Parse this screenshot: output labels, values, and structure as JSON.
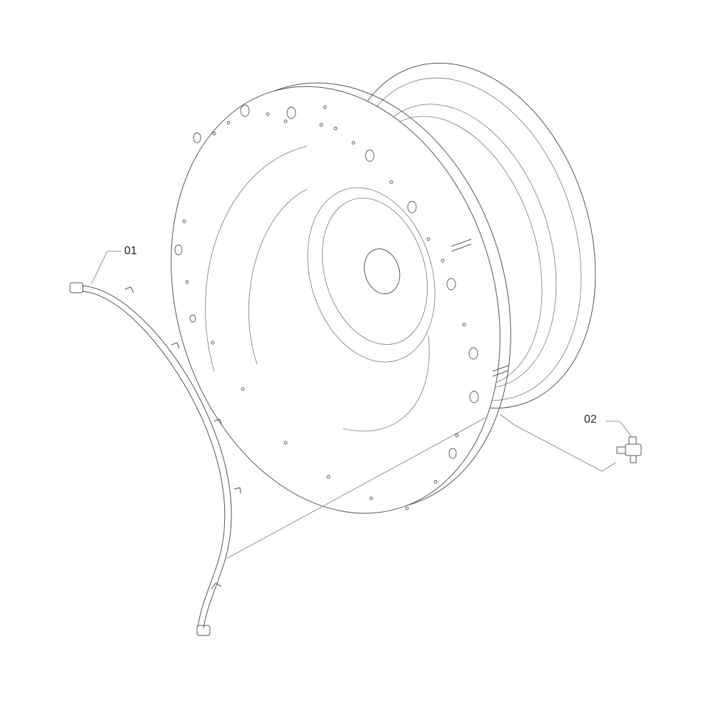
{
  "callouts": [
    {
      "id": "part-01",
      "label": "01"
    },
    {
      "id": "part-02",
      "label": "02"
    }
  ]
}
